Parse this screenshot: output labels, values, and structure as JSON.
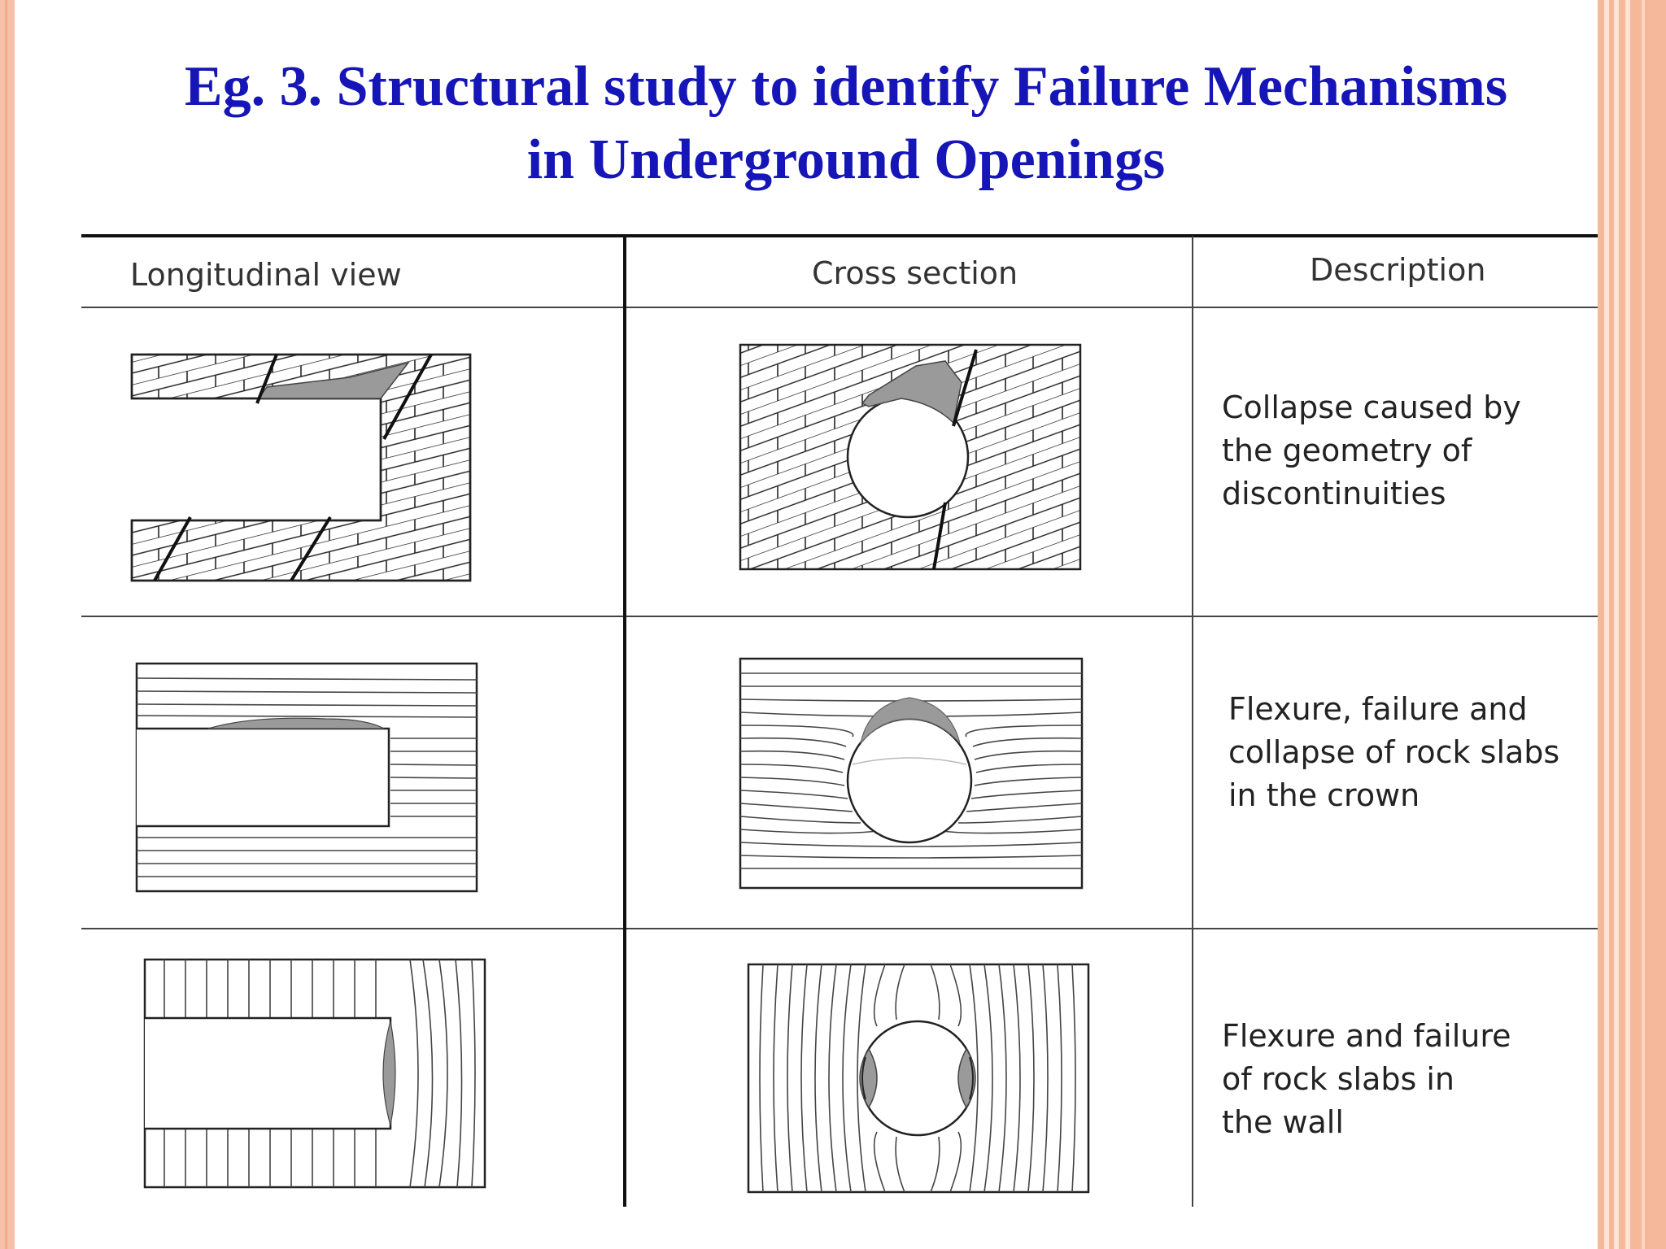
{
  "slide": {
    "title_line1": "Eg. 3. Structural study to identify Failure Mechanisms",
    "title_line2": "in Underground Openings"
  },
  "table": {
    "headers": [
      "Longitudinal view",
      "Cross section",
      "Description"
    ],
    "rows": [
      {
        "description": [
          "Collapse caused by",
          "the geometry of",
          "discontinuities"
        ]
      },
      {
        "description": [
          "Flexure, failure and",
          "collapse of rock slabs",
          "in the crown"
        ]
      },
      {
        "description": [
          "Flexure and failure",
          "of rock slabs in",
          "the wall"
        ]
      }
    ]
  },
  "colors": {
    "title": "#1515b8",
    "border": "#f6b89b",
    "failure_zone": "#9a9a9a"
  }
}
